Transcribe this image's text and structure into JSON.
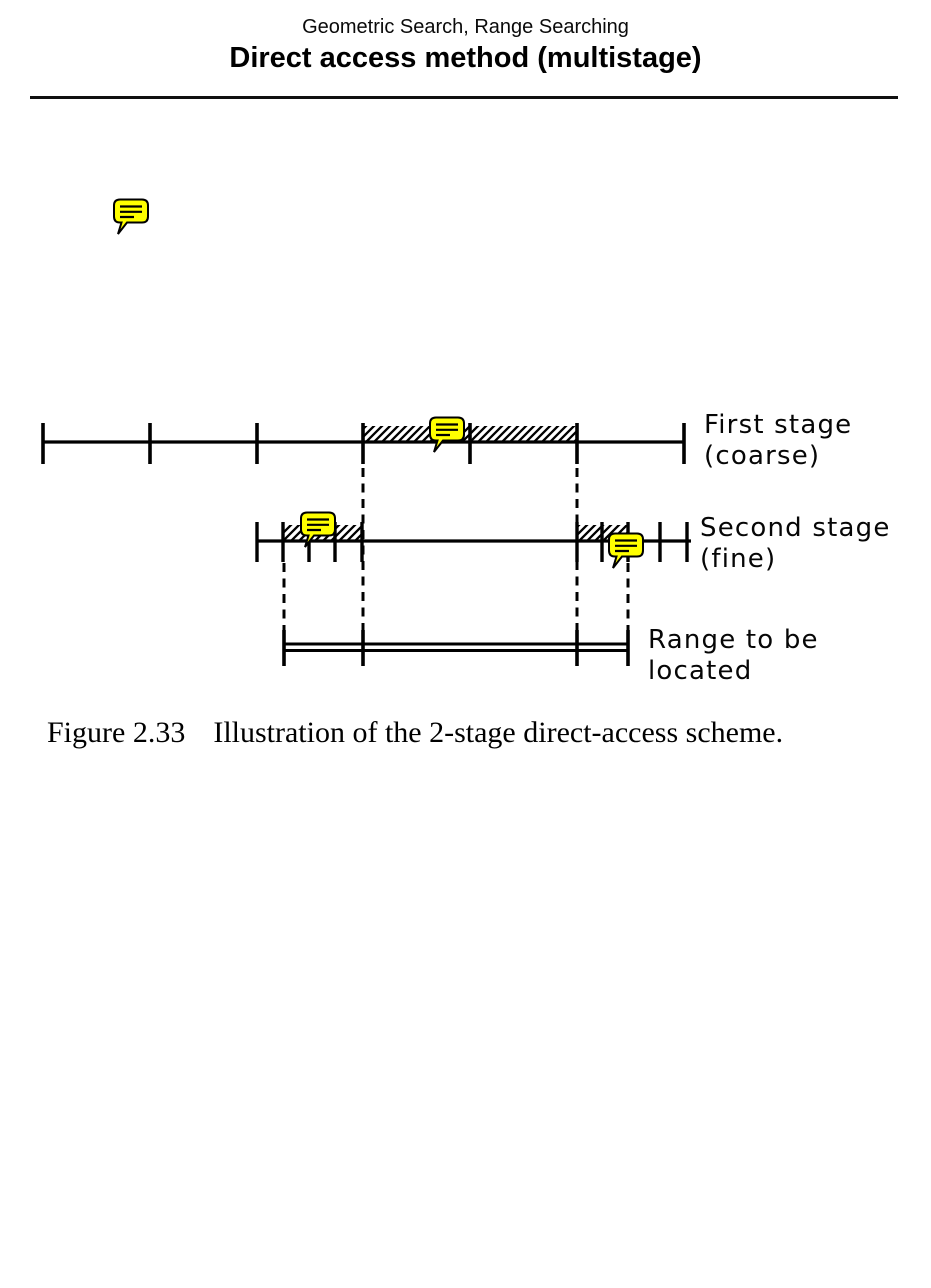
{
  "header": {
    "eyebrow": "Geometric Search, Range Searching",
    "title": "Direct access method (multistage)"
  },
  "diagram": {
    "first_stage_label_line1": "First stage",
    "first_stage_label_line2": "(coarse)",
    "second_stage_label_line1": "Second stage",
    "second_stage_label_line2": "(fine)",
    "range_label_line1": "Range to be",
    "range_label_line2": "located"
  },
  "annotation": {
    "icon": "comment-note-icon",
    "color": "#ffff00"
  },
  "caption": {
    "label": "Figure 2.33",
    "text": "Illustration of the 2-stage direct-access scheme."
  },
  "colors": {
    "ink": "#000000",
    "background": "#ffffff"
  }
}
